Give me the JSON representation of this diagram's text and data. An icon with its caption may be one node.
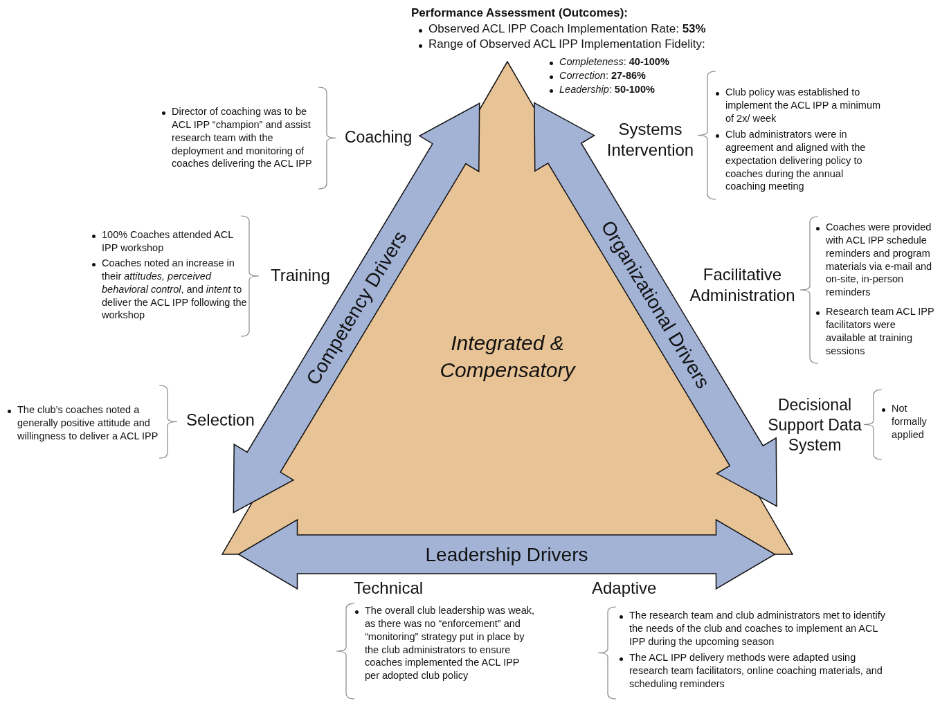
{
  "diagram": {
    "nodes": [
      {
        "text": [
          "Integrated & Compensatory"
        ]
      },
      {
        "text": [
          "Competency Drivers"
        ]
      },
      {
        "text": [
          "Organizational Drivers"
        ]
      },
      {
        "text": [
          "Leadership Drivers"
        ]
      }
    ],
    "edges": [],
    "labels": [
      "Performance Assessment (Outcomes):",
      "Observed ACL IPP Coach Implementation Rate: **53%**",
      "Range of Observed ACL IPP Implementation Fidelity:",
      "*Completeness*: **40-100%**",
      "*Correction*: **27-86%**",
      "*Leadership*: **50-100%**",
      "Director of coaching was to be ACL IPP “champion” and assist research team with the deployment and monitoring of coaches delivering the ACL IPP",
      "Coaching",
      "Systems Intervention",
      "Club policy was established to implement the ACL IPP a minimum of 2x/ week",
      "Club administrators were in agreement and aligned with the expectation delivering policy to coaches during the annual coaching meeting",
      "100% Coaches attended ACL IPP workshop",
      "Coaches noted an increase in their *attitudes, perceived behavioral control*, and *intent* to deliver the ACL IPP following the workshop",
      "Training",
      "Facilitative Administration",
      "Coaches were provided with ACL IPP schedule reminders and program materials via e-mail and on-site, in-person reminders",
      "Research team ACL IPP facilitators were available at training sessions",
      "The club’s coaches noted a generally positive attitude and willingness to deliver a ACL IPP",
      "Selection",
      "Decisional Support Data System",
      "Not formally applied",
      "Technical",
      "Adaptive",
      "The overall club leadership was weak, as there was no “enforcement” and “monitoring” strategy put in place by the club administrators to ensure coaches implemented the ACL IPP per adopted club policy",
      "The research team and club administrators met to identify the needs of the club and coaches to implement an ACL IPP during the upcoming season",
      "The ACL IPP delivery methods were adapted using research team facilitators, online coaching materials, and scheduling reminders"
    ]
  }
}
